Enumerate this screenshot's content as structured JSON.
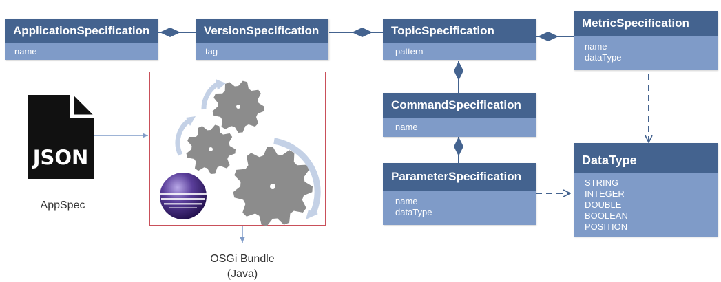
{
  "classes": {
    "application": {
      "name": "ApplicationSpecification",
      "attrs": [
        "name"
      ]
    },
    "version": {
      "name": "VersionSpecification",
      "attrs": [
        "tag"
      ]
    },
    "topic": {
      "name": "TopicSpecification",
      "attrs": [
        "pattern"
      ]
    },
    "metric": {
      "name": "MetricSpecification",
      "attrs": [
        "name",
        "dataType"
      ]
    },
    "command": {
      "name": "CommandSpecification",
      "attrs": [
        "name"
      ]
    },
    "parameter": {
      "name": "ParameterSpecification",
      "attrs": [
        "name",
        "dataType"
      ]
    },
    "datatype": {
      "name": "DataType",
      "attrs": [
        "STRING",
        "INTEGER",
        "DOUBLE",
        "BOOLEAN",
        "POSITION"
      ]
    }
  },
  "json_icon_text": "JSON",
  "appspec_label": "AppSpec",
  "bundle_label_line1": "OSGi Bundle",
  "bundle_label_line2": "(Java)",
  "colors": {
    "class_header": "#44638f",
    "class_body": "#7f9bc8",
    "connector": "#44638f",
    "bundle_border": "#c9505a",
    "gear": "#8c8c8c",
    "arrow_light": "#c4d1e6"
  }
}
